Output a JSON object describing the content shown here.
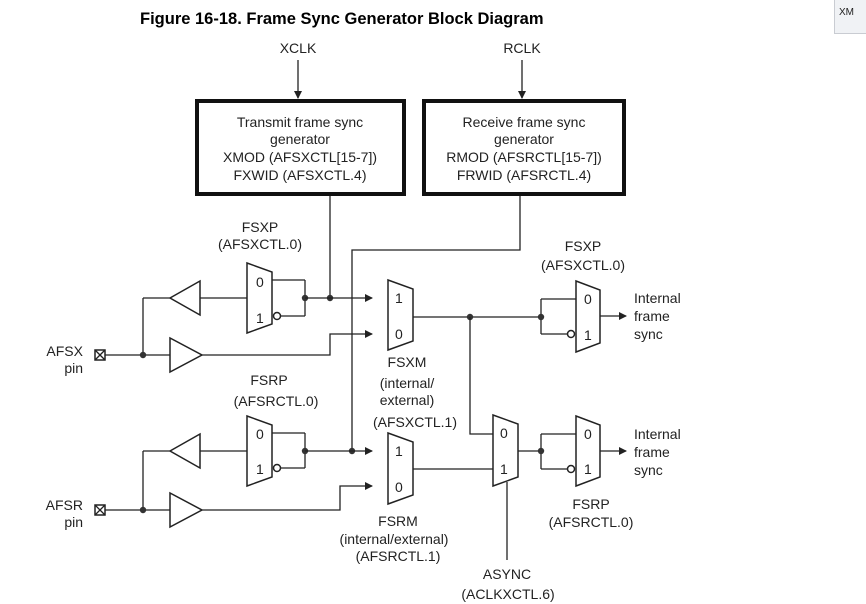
{
  "title": "Figure 16-18. Frame Sync Generator Block Diagram",
  "corner_tab": "XM",
  "inputs": {
    "xclk": "XCLK",
    "rclk": "RCLK"
  },
  "transmit_box": {
    "line1": "Transmit frame sync",
    "line2": "generator",
    "line3": "XMOD (AFSXCTL[15-7])",
    "line4": "FXWID (AFSXCTL.4)"
  },
  "receive_box": {
    "line1": "Receive frame sync",
    "line2": "generator",
    "line3": "RMOD (AFSRCTL[15-7])",
    "line4": "FRWID (AFSRCTL.4)"
  },
  "fsxp_top": {
    "name": "FSXP",
    "reg": "(AFSXCTL.0)"
  },
  "fsxp_right": {
    "name": "FSXP",
    "reg": "(AFSXCTL.0)"
  },
  "fsrp_left": {
    "name": "FSRP",
    "reg": "(AFSRCTL.0)"
  },
  "fsrp_right": {
    "name": "FSRP",
    "reg": "(AFSRCTL.0)"
  },
  "fsxm": {
    "line1": "FSXM",
    "line2": "(internal/",
    "line3": "external)",
    "line4": "(AFSXCTL.1)"
  },
  "fsrm": {
    "line1": "FSRM",
    "line2": "(internal/external)",
    "line3": "(AFSRCTL.1)"
  },
  "async": {
    "line1": "ASYNC",
    "line2": "(ACLKXCTL.6)"
  },
  "afsx_pin": {
    "line1": "AFSX",
    "line2": "pin"
  },
  "afsr_pin": {
    "line1": "AFSR",
    "line2": "pin"
  },
  "internal_sync_top": {
    "line1": "Internal",
    "line2": "frame",
    "line3": "sync"
  },
  "internal_sync_bottom": {
    "line1": "Internal",
    "line2": "frame",
    "line3": "sync"
  },
  "mux_labels": {
    "zero": "0",
    "one": "1"
  }
}
